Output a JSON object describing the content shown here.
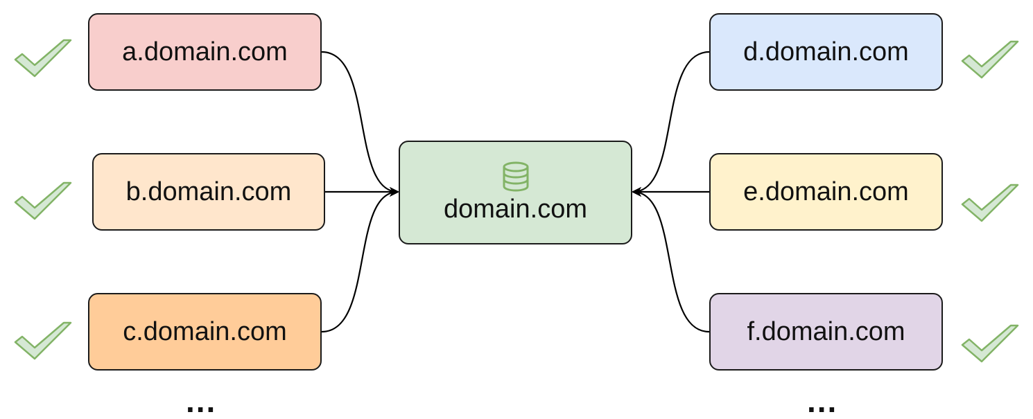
{
  "colors": {
    "a": "#f8cecc",
    "b": "#ffe6cc",
    "c": "#ffcc99",
    "d": "#dae8fc",
    "e": "#fff2cc",
    "f": "#e1d5e7",
    "center": "#d5e8d4",
    "check_fill": "#d5e8d4",
    "check_stroke": "#82b366",
    "db_icon": "#82b366",
    "edge": "#000000"
  },
  "center": {
    "label": "domain.com",
    "icon": "database-icon"
  },
  "subdomains": {
    "a": {
      "label": "a.domain.com",
      "icon": "checkmark-icon"
    },
    "b": {
      "label": "b.domain.com",
      "icon": "checkmark-icon"
    },
    "c": {
      "label": "c.domain.com",
      "icon": "checkmark-icon"
    },
    "d": {
      "label": "d.domain.com",
      "icon": "checkmark-icon"
    },
    "e": {
      "label": "e.domain.com",
      "icon": "checkmark-icon"
    },
    "f": {
      "label": "f.domain.com",
      "icon": "checkmark-icon"
    }
  },
  "more_left": "...",
  "more_right": "..."
}
